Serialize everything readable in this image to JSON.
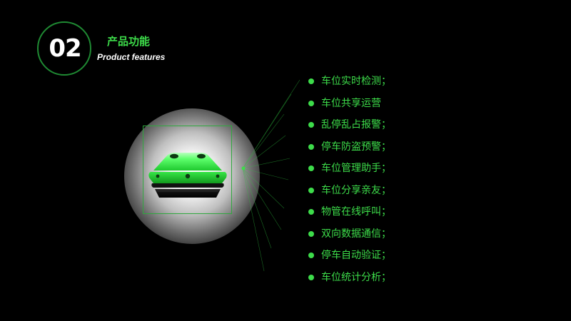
{
  "header": {
    "number": "02",
    "title_cn": "产品功能",
    "title_en": "Product features"
  },
  "features": [
    {
      "label": "车位实时检测；"
    },
    {
      "label": "车位共享运营"
    },
    {
      "label": "乱停乱占报警；"
    },
    {
      "label": "停车防盗预警；"
    },
    {
      "label": "车位管理助手；"
    },
    {
      "label": "车位分享亲友；"
    },
    {
      "label": "物管在线呼叫；"
    },
    {
      "label": "双向数据通信；"
    },
    {
      "label": "停车自动验证；"
    },
    {
      "label": "车位统计分析；"
    }
  ],
  "colors": {
    "background": "#000000",
    "accent": "#3ddc4a",
    "ring": "#1f8a33",
    "text_white": "#ffffff"
  },
  "icons": {
    "bullet": "green-dot-icon",
    "product": "parking-sensor-device"
  }
}
